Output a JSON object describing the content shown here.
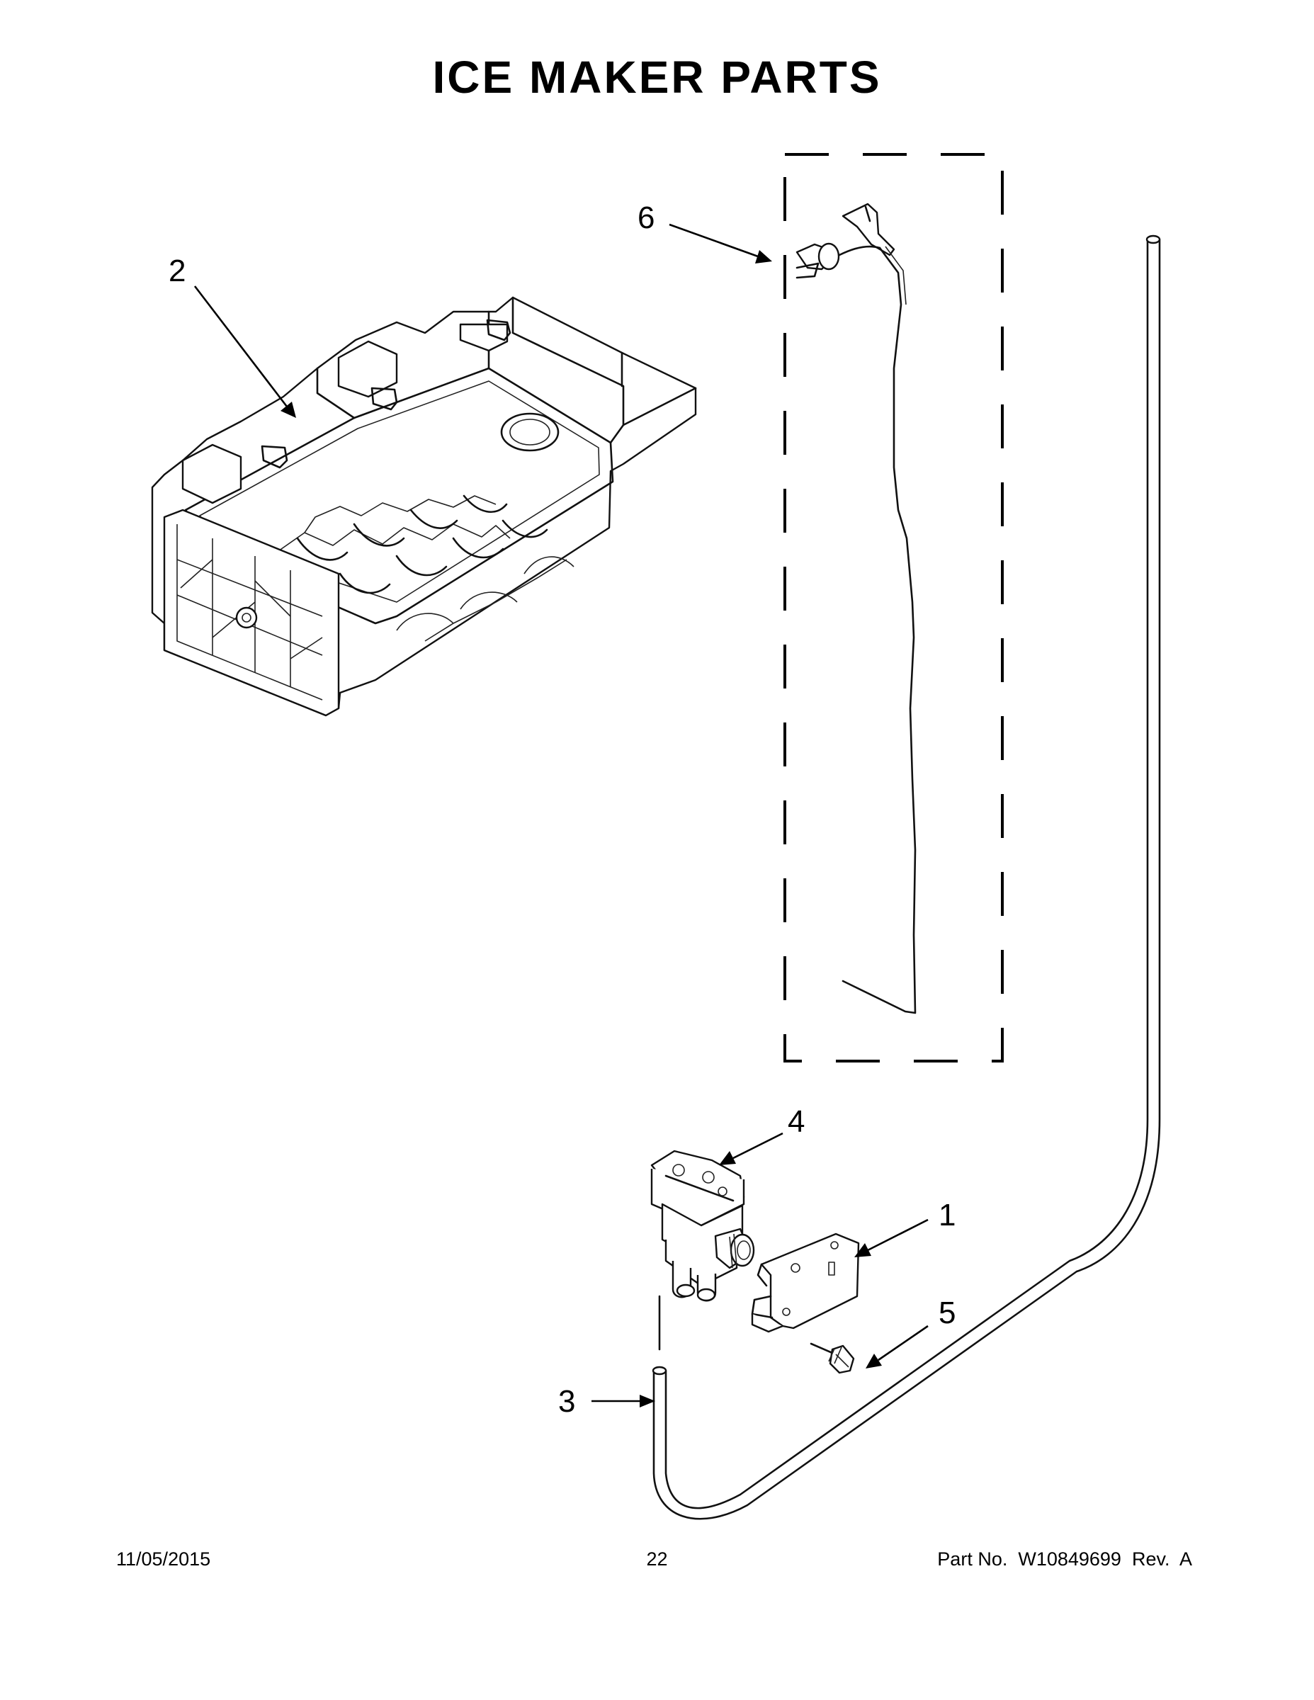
{
  "title": "ICE MAKER PARTS",
  "callouts": [
    {
      "id": "1",
      "label": "1"
    },
    {
      "id": "2",
      "label": "2"
    },
    {
      "id": "3",
      "label": "3"
    },
    {
      "id": "4",
      "label": "4"
    },
    {
      "id": "5",
      "label": "5"
    },
    {
      "id": "6",
      "label": "6"
    }
  ],
  "footer": {
    "date": "11/05/2015",
    "page": "22",
    "part_number": "Part No.  W10849699  Rev.  A"
  }
}
